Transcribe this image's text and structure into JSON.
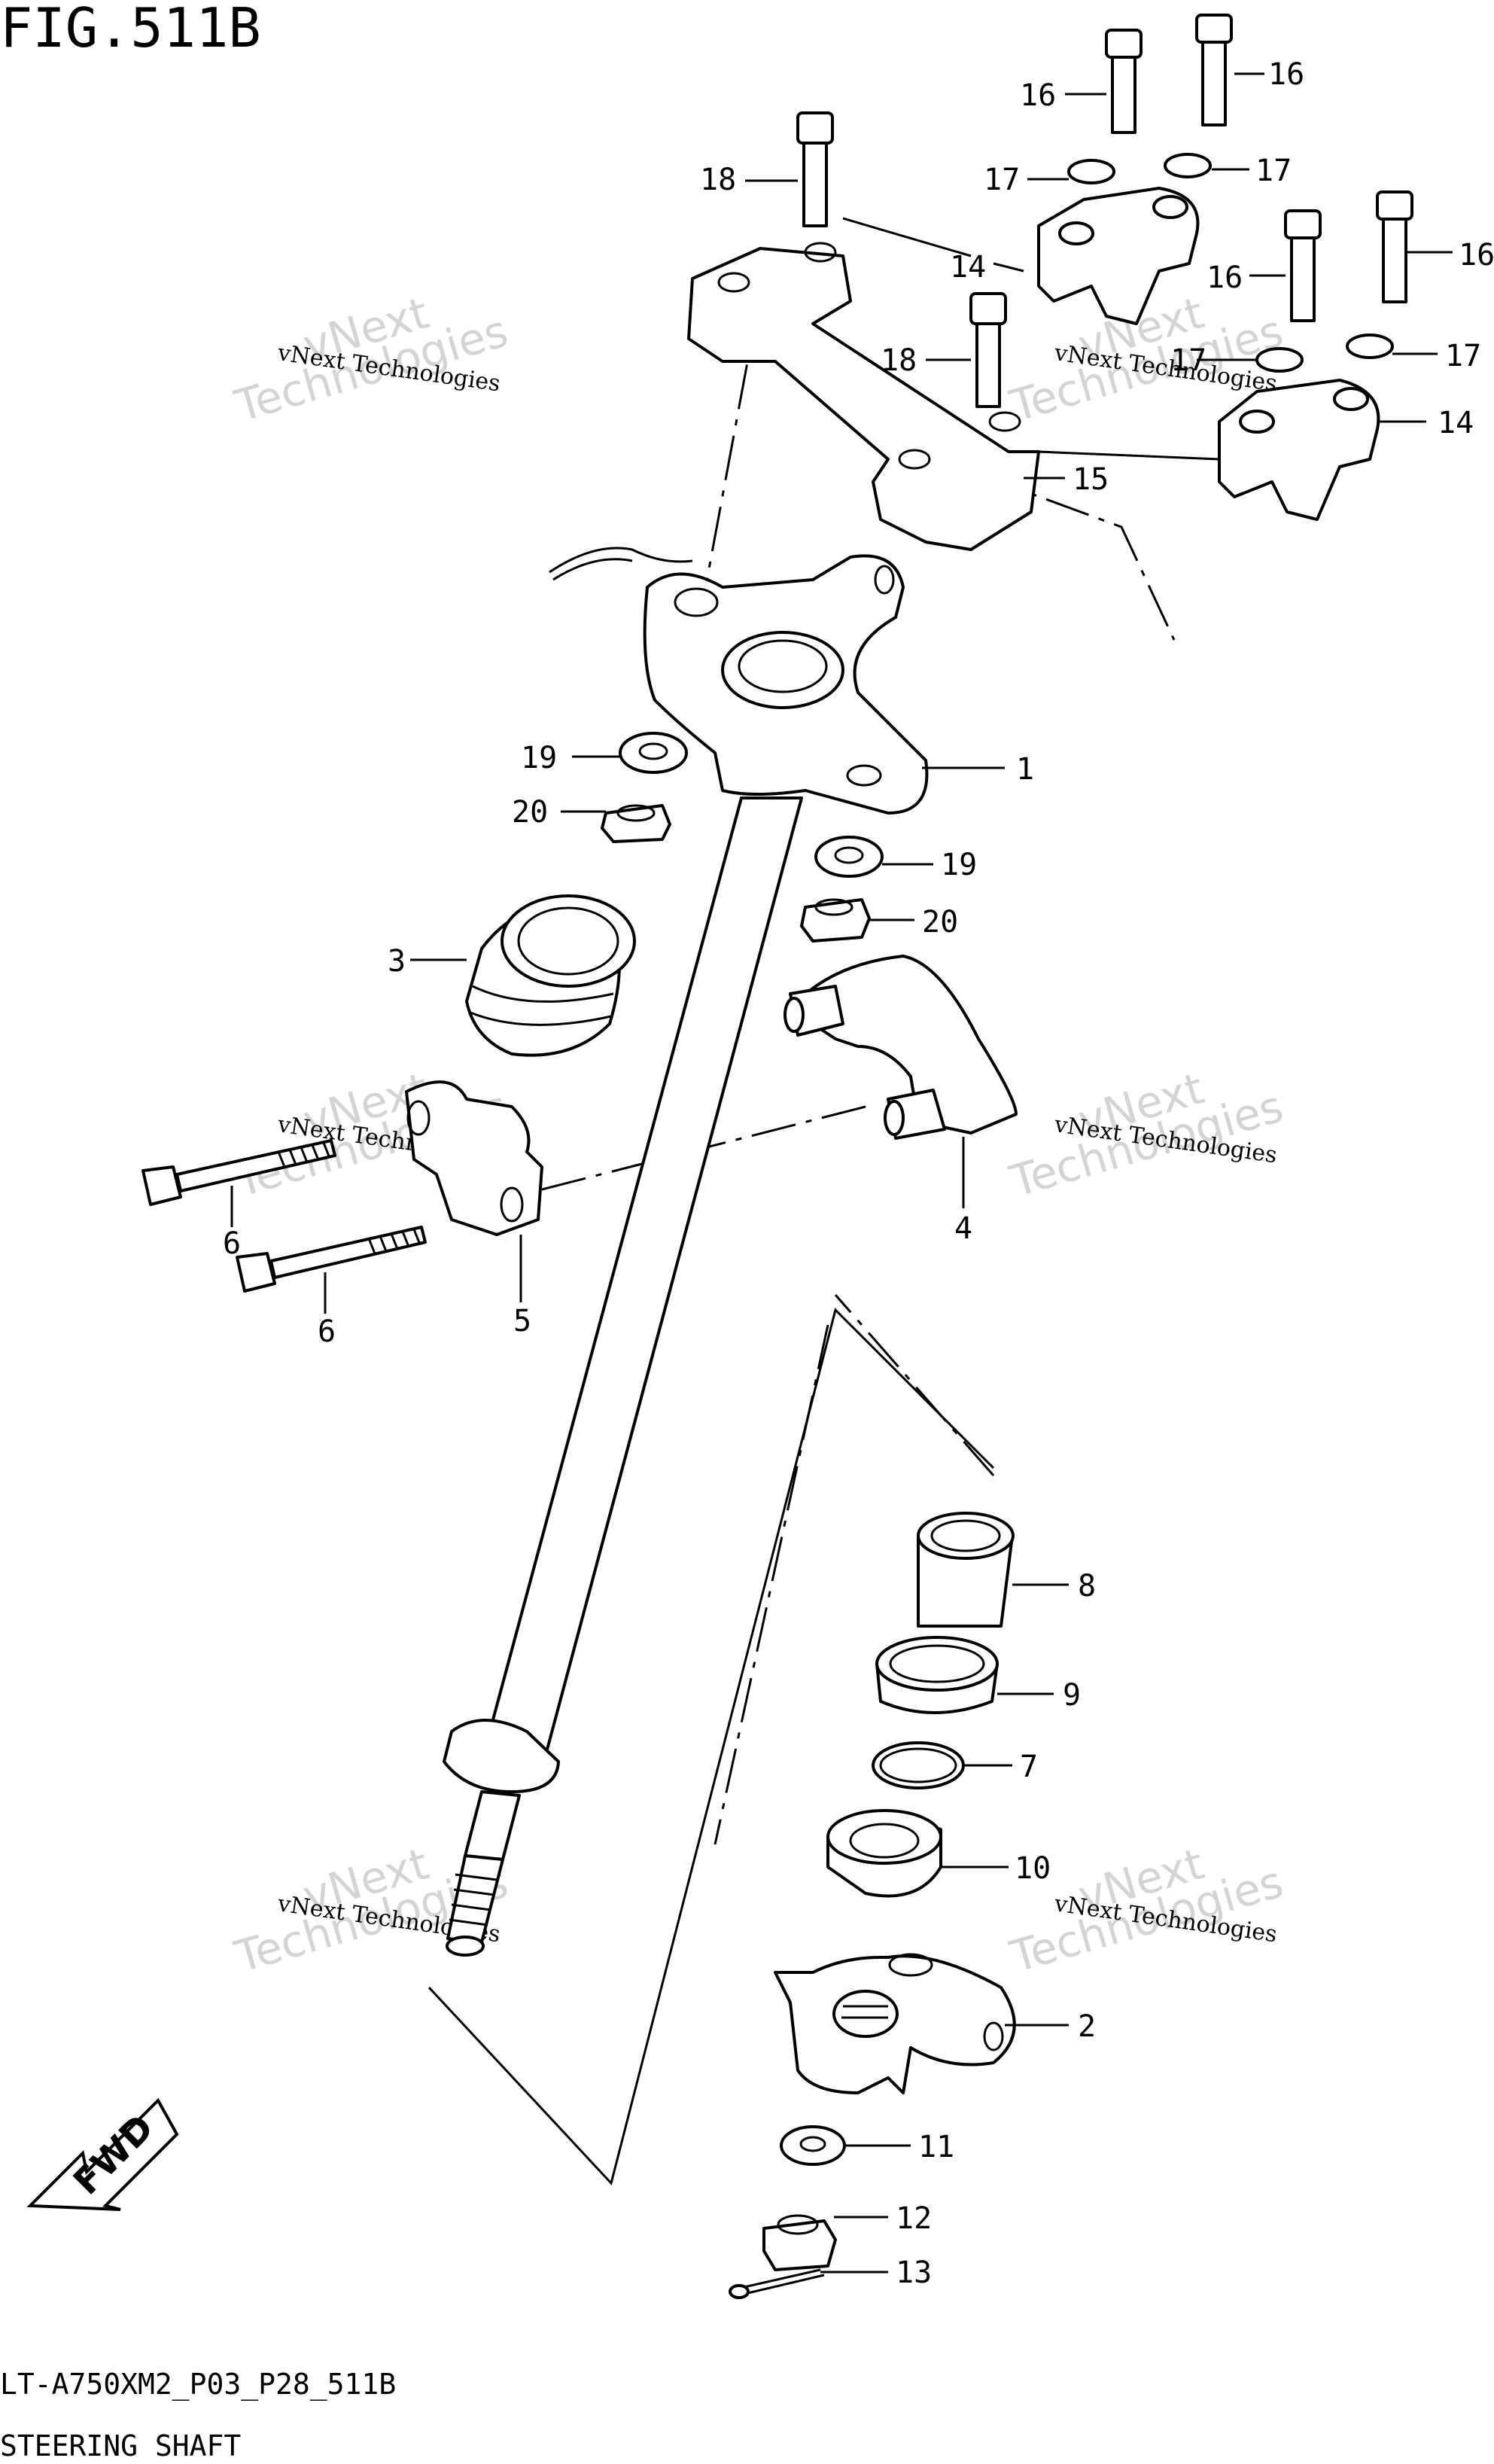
{
  "figure": {
    "title": "FIG.511B",
    "model_code": "LT-A750XM2_P03_P28_511B",
    "caption": "STEERING SHAFT"
  },
  "watermark": {
    "line1": "vNext Technologies",
    "line2": "vNext",
    "line3": "Technologies"
  },
  "fwd_label": "FWD",
  "callouts": [
    "1",
    "2",
    "3",
    "4",
    "5",
    "6",
    "6",
    "7",
    "8",
    "9",
    "10",
    "11",
    "12",
    "13",
    "14",
    "14",
    "15",
    "16",
    "16",
    "16",
    "16",
    "17",
    "17",
    "17",
    "17",
    "18",
    "18",
    "19",
    "19",
    "20",
    "20"
  ]
}
